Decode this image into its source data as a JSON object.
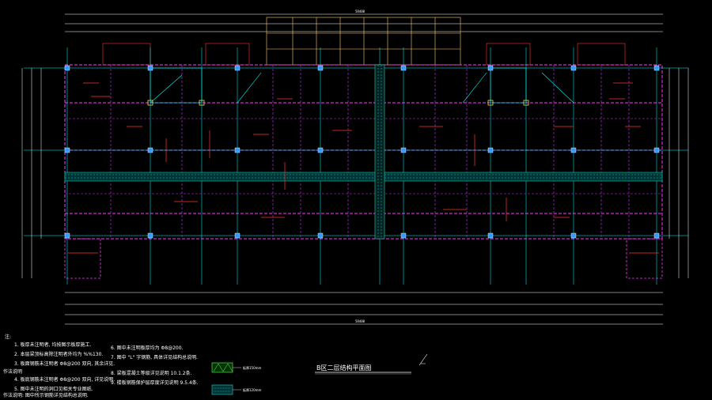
{
  "drawing": {
    "title": "B区二层结构平面图",
    "overall_dim": "58400",
    "notes_heading": "注:",
    "notes_left": [
      "1. 板厚未注明者, 均按图示板厚施工.",
      "2. 本层梁顶标高除注明者外均为 %%130.",
      "3. 板面钢筋未注明者 Φ8@200 双向, 其余详见.",
      "4. 板底钢筋未注明者 Φ8@200 双向, 详见说明.",
      "5. 图中未注明的洞口见相关专业图纸."
    ],
    "notes_right": [
      "6. 图中未注明板厚均为 Φ8@200.",
      "7. 图中 \"L\" 字钢筋, 具体详见结构总说明.",
      "8. 梁板混凝土等级详见说明 10.1.2条.",
      "9. 楼板钢筋保护层厚度详见说明 9.5.4条."
    ],
    "left_side_labels": [
      "作法说明",
      "作法说明: 图中所示钢筋详见结构总说明."
    ],
    "legend": [
      {
        "label": "板厚150mm"
      },
      {
        "label": "板厚120mm"
      }
    ],
    "colors": {
      "slab_line": "#ff33ff",
      "axis_line": "#00ffff",
      "wall": "#ffffff",
      "column": "#3399ff",
      "rebar": "#ff3333",
      "grid": "#ffff66",
      "band": "#00d0c0"
    }
  }
}
